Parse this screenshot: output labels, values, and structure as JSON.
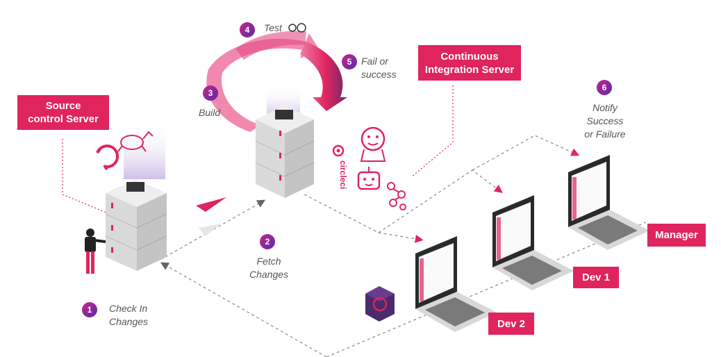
{
  "labels": {
    "source_control": "Source\ncontrol Server",
    "ci_server": "Continuous\nIntegration Server",
    "manager": "Manager",
    "dev1": "Dev 1",
    "dev2": "Dev 2"
  },
  "steps": [
    {
      "num": "1",
      "text": "Check In\nChanges"
    },
    {
      "num": "2",
      "text": "Fetch\nChanges"
    },
    {
      "num": "3",
      "text": "Build"
    },
    {
      "num": "4",
      "text": "Test"
    },
    {
      "num": "5",
      "text": "Fail or\nsuccess"
    },
    {
      "num": "6",
      "text": "Notify\nSuccess\nor Failure"
    }
  ],
  "logos": {
    "circleci": "circleci"
  },
  "colors": {
    "accent": "#e0245e",
    "badge_start": "#c2268b",
    "badge_end": "#5b2aa8",
    "server": "#d8d8d8"
  }
}
